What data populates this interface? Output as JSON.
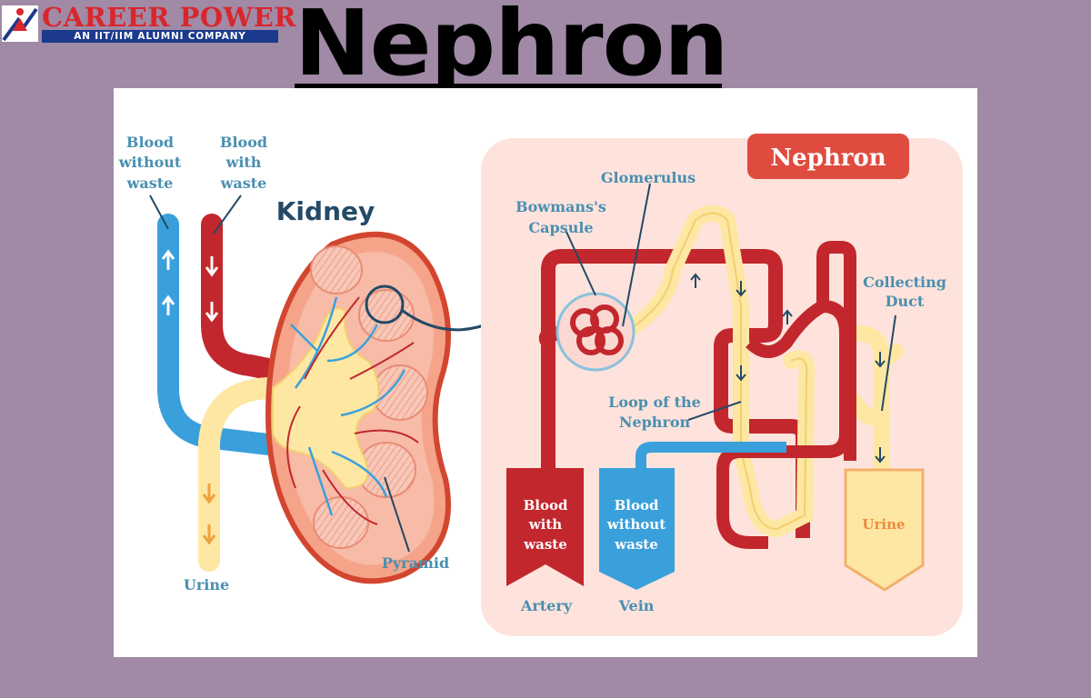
{
  "brand": {
    "name_part1": "CAREER",
    "name_part2": "POWER",
    "tagline": "AN IIT/IIM ALUMNI COMPANY"
  },
  "page": {
    "title": "Nephron"
  },
  "diagram": {
    "kidney": {
      "title": "Kidney",
      "label_blood_without_waste": [
        "Blood",
        "without",
        "waste"
      ],
      "label_blood_with_waste": [
        "Blood",
        "with",
        "waste"
      ],
      "label_urine": "Urine",
      "label_pyramid": "Pyramid"
    },
    "nephron": {
      "badge": "Nephron",
      "label_glomerulus": "Glomerulus",
      "label_bowmans_capsule": [
        "Bowmans's",
        "Capsule"
      ],
      "label_collecting_duct": [
        "Collecting",
        "Duct"
      ],
      "label_loop": [
        "Loop of the",
        "Nephron"
      ],
      "label_artery_box": [
        "Blood",
        "with",
        "waste"
      ],
      "label_vein_box": [
        "Blood",
        "without",
        "waste"
      ],
      "label_urine_box": "Urine",
      "label_artery": "Artery",
      "label_vein": "Vein"
    }
  },
  "colors": {
    "page_background": "#a08aa6",
    "panel_background": "#ffffff",
    "nephron_panel": "#fde3dc",
    "artery_red": "#c2272d",
    "vein_blue": "#3aa0db",
    "urine_yellow": "#fde7a3",
    "label_blue": "#4a8fb0",
    "dark_blue": "#244a66",
    "badge_red": "#df4b3f",
    "brand_red": "#d9262c",
    "brand_blue": "#1c3a8c"
  },
  "icons": {
    "logo": "career-power-logo-icon",
    "flow_arrow": "curved-arrow-icon"
  }
}
